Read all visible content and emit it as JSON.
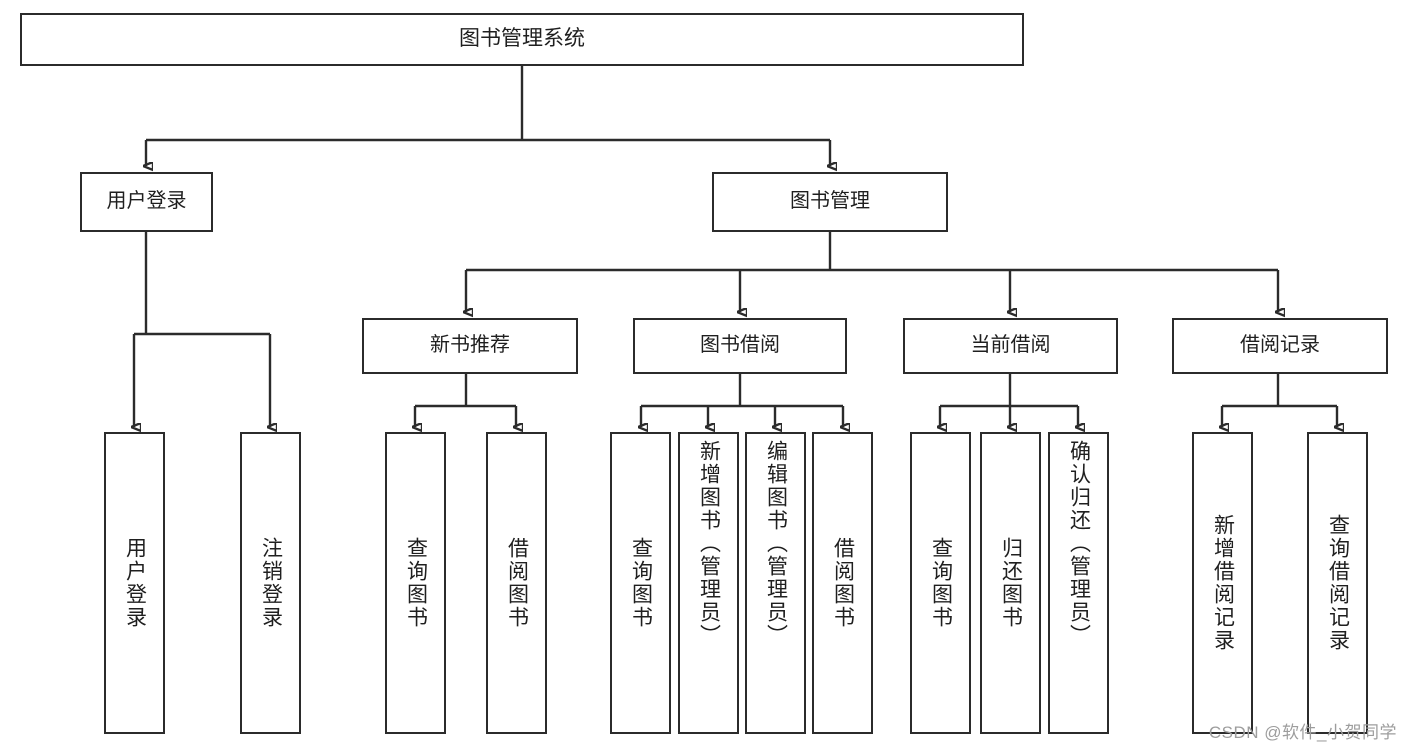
{
  "diagram": {
    "type": "tree",
    "title": "图书管理系统",
    "watermark": "CSDN @软件_小贺同学",
    "colors": {
      "stroke": "#2b2b2b",
      "fill": "#ffffff",
      "text": "#1f1f1f",
      "watermark": "#9d9d9d"
    },
    "root": {
      "label": "图书管理系统"
    },
    "level2": [
      {
        "label": "用户登录"
      },
      {
        "label": "图书管理"
      }
    ],
    "level3": [
      {
        "label": "新书推荐"
      },
      {
        "label": "图书借阅"
      },
      {
        "label": "当前借阅"
      },
      {
        "label": "借阅记录"
      }
    ],
    "leaves": {
      "user_login": [
        {
          "label": "用户登录"
        },
        {
          "label": "注销登录"
        }
      ],
      "new_book_recommend": [
        {
          "label": "查询图书"
        },
        {
          "label": "借阅图书"
        }
      ],
      "book_borrow": [
        {
          "label": "查询图书"
        },
        {
          "label": "新增图书（管理员）"
        },
        {
          "label": "编辑图书（管理员）"
        },
        {
          "label": "借阅图书"
        }
      ],
      "current_borrow": [
        {
          "label": "查询图书"
        },
        {
          "label": "归还图书"
        },
        {
          "label": "确认归还（管理员）"
        }
      ],
      "borrow_record": [
        {
          "label": "新增借阅记录"
        },
        {
          "label": "查询借阅记录"
        }
      ]
    }
  }
}
